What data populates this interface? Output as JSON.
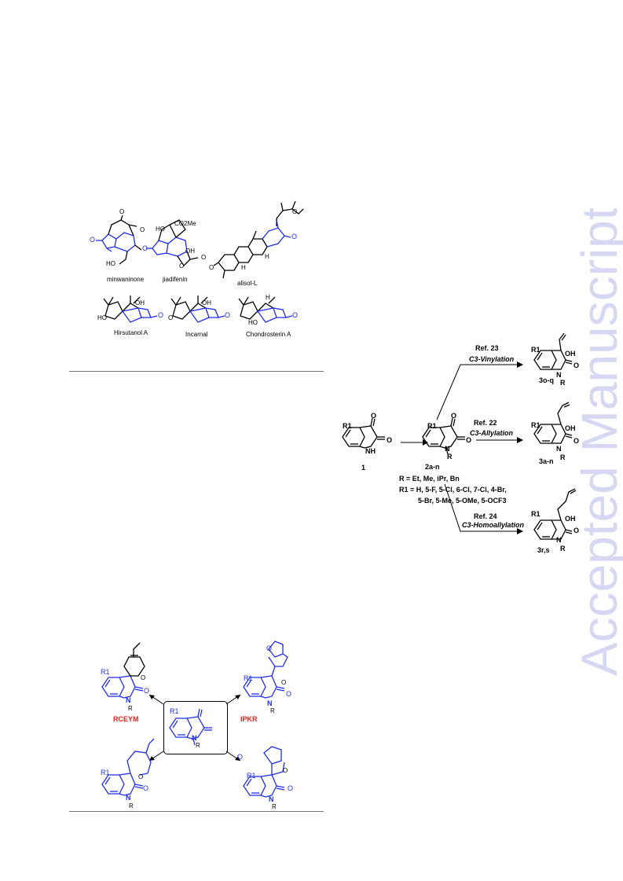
{
  "watermark": "Accepted Manuscript",
  "figure1": {
    "compounds": [
      "minwaninone",
      "jiadifenin",
      "alisol-L",
      "Hirsutanol A",
      "Incarnal",
      "Chondrosterin A"
    ],
    "atoms": {
      "co2me": "CO2Me",
      "ho": "HO",
      "oh": "OH",
      "o": "O",
      "h": "H"
    }
  },
  "scheme": {
    "start": "1",
    "intermediate": "2a-n",
    "r_line": "R = Et, Me, iPr, Bn",
    "r1_line1": "R1 = H, 5-F, 5-Cl, 6-Cl, 7-Cl, 4-Br,",
    "r1_line2": "5-Br, 5-Me, 5-OMe, 5-OCF3",
    "route1_ref": "Ref. 23",
    "route1_name": "C3-Vinylation",
    "route1_product": "3o-q",
    "route2_ref": "Ref. 22",
    "route2_name": "C3-Allylation",
    "route2_product": "3a-n",
    "route3_ref": "Ref. 24",
    "route3_name": "C3-Homoallylation",
    "route3_product": "3r,s",
    "atoms": {
      "nh": "NH",
      "n": "N",
      "r": "R",
      "r1": "R1",
      "oh": "OH",
      "o": "O"
    }
  },
  "figure2": {
    "left_label": "RCEYM",
    "right_label": "IPKR"
  }
}
